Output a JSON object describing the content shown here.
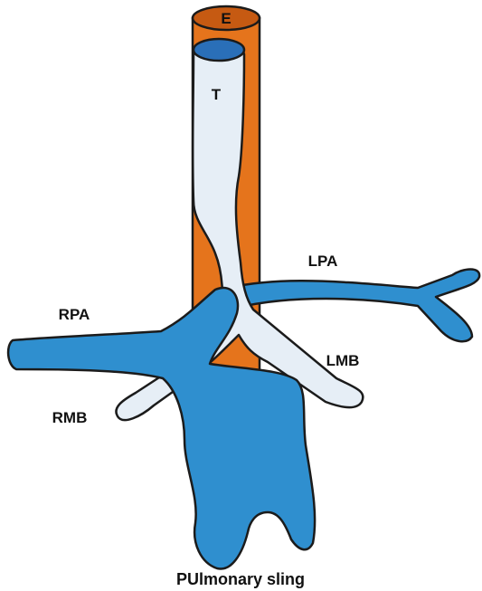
{
  "diagram": {
    "caption": "PUlmonary sling",
    "labels": {
      "esophagus": "E",
      "trachea": "T",
      "lpa": "LPA",
      "rpa": "RPA",
      "lmb": "LMB",
      "rmb": "RMB"
    },
    "colors": {
      "esophagus": "#e5741c",
      "esophagus_top": "#c65a12",
      "artery": "#2f8fcf",
      "airway": "#e6eef6",
      "trachea_top": "#2a6fb8",
      "outline": "#1b1b1b"
    }
  }
}
